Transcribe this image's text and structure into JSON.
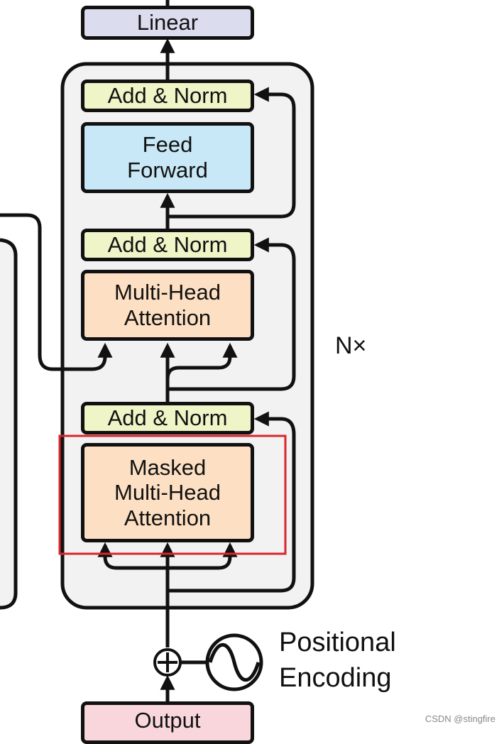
{
  "colors": {
    "linear_fill": "#dcdcef",
    "addnorm_fill": "#f0f5c8",
    "feedforward_fill": "#c8e8f7",
    "attention_fill": "#fde0c3",
    "output_fill": "#f8d6dc",
    "block_fill": "#f2f2f2",
    "stroke": "#111111",
    "highlight": "#d9262c"
  },
  "linear": {
    "label": "Linear"
  },
  "decoder_block": {
    "repeat_label": "N×",
    "add_norm_top": "Add & Norm",
    "feed_forward": [
      "Feed",
      "Forward"
    ],
    "add_norm_middle": "Add & Norm",
    "multi_head_attention": [
      "Multi-Head",
      "Attention"
    ],
    "add_norm_bottom": "Add & Norm",
    "masked_attention": [
      "Masked",
      "Multi-Head",
      "Attention"
    ]
  },
  "positional_encoding": {
    "label_line1": "Positional",
    "label_line2": "Encoding",
    "adder_symbol": "⊕"
  },
  "output": {
    "label": "Output"
  },
  "watermark": "CSDN @stingfire"
}
